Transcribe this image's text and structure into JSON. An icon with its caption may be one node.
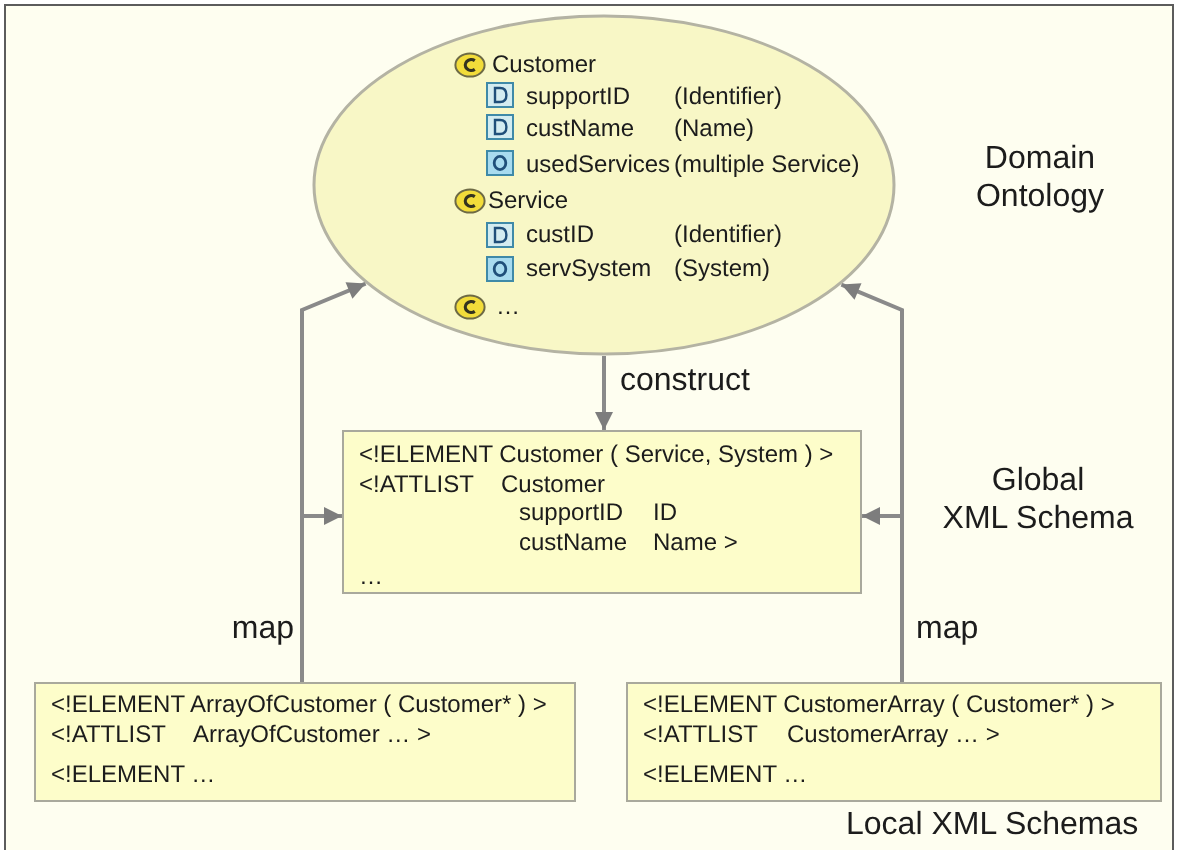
{
  "diagram": {
    "nodes": [
      {
        "text": [
          "Customer",
          "supportID",
          "(Identifier)",
          "custName",
          "(Name)",
          "usedServices",
          "(multiple Service)",
          "Service",
          "custID",
          "(Identifier)",
          "servSystem",
          "(System)",
          "…"
        ]
      },
      {
        "text": [
          "<!ELEMENT Customer ( Service, System ) >",
          "<!ATTLIST",
          "Customer",
          "supportID",
          "ID",
          "custName",
          "Name >",
          "…"
        ]
      },
      {
        "text": [
          "<!ELEMENT ArrayOfCustomer ( Customer* ) >",
          "<!ATTLIST",
          "ArrayOfCustomer … >",
          "<!ELEMENT …"
        ]
      },
      {
        "text": [
          "<!ELEMENT CustomerArray ( Customer* ) >",
          "<!ATTLIST",
          "CustomerArray … >",
          "<!ELEMENT …"
        ]
      }
    ],
    "edges": [
      {
        "from": 0,
        "to": 1,
        "arrow": "to",
        "label": "construct"
      },
      {
        "from": 2,
        "to": 0,
        "arrow": "to",
        "label": "map"
      },
      {
        "from": 2,
        "to": 1,
        "arrow": "to"
      },
      {
        "from": 3,
        "to": 0,
        "arrow": "to",
        "label": "map"
      },
      {
        "from": 3,
        "to": 1,
        "arrow": "to"
      }
    ],
    "labels": [
      "Domain Ontology",
      "Global XML Schema",
      "Local XML Schemas"
    ]
  }
}
